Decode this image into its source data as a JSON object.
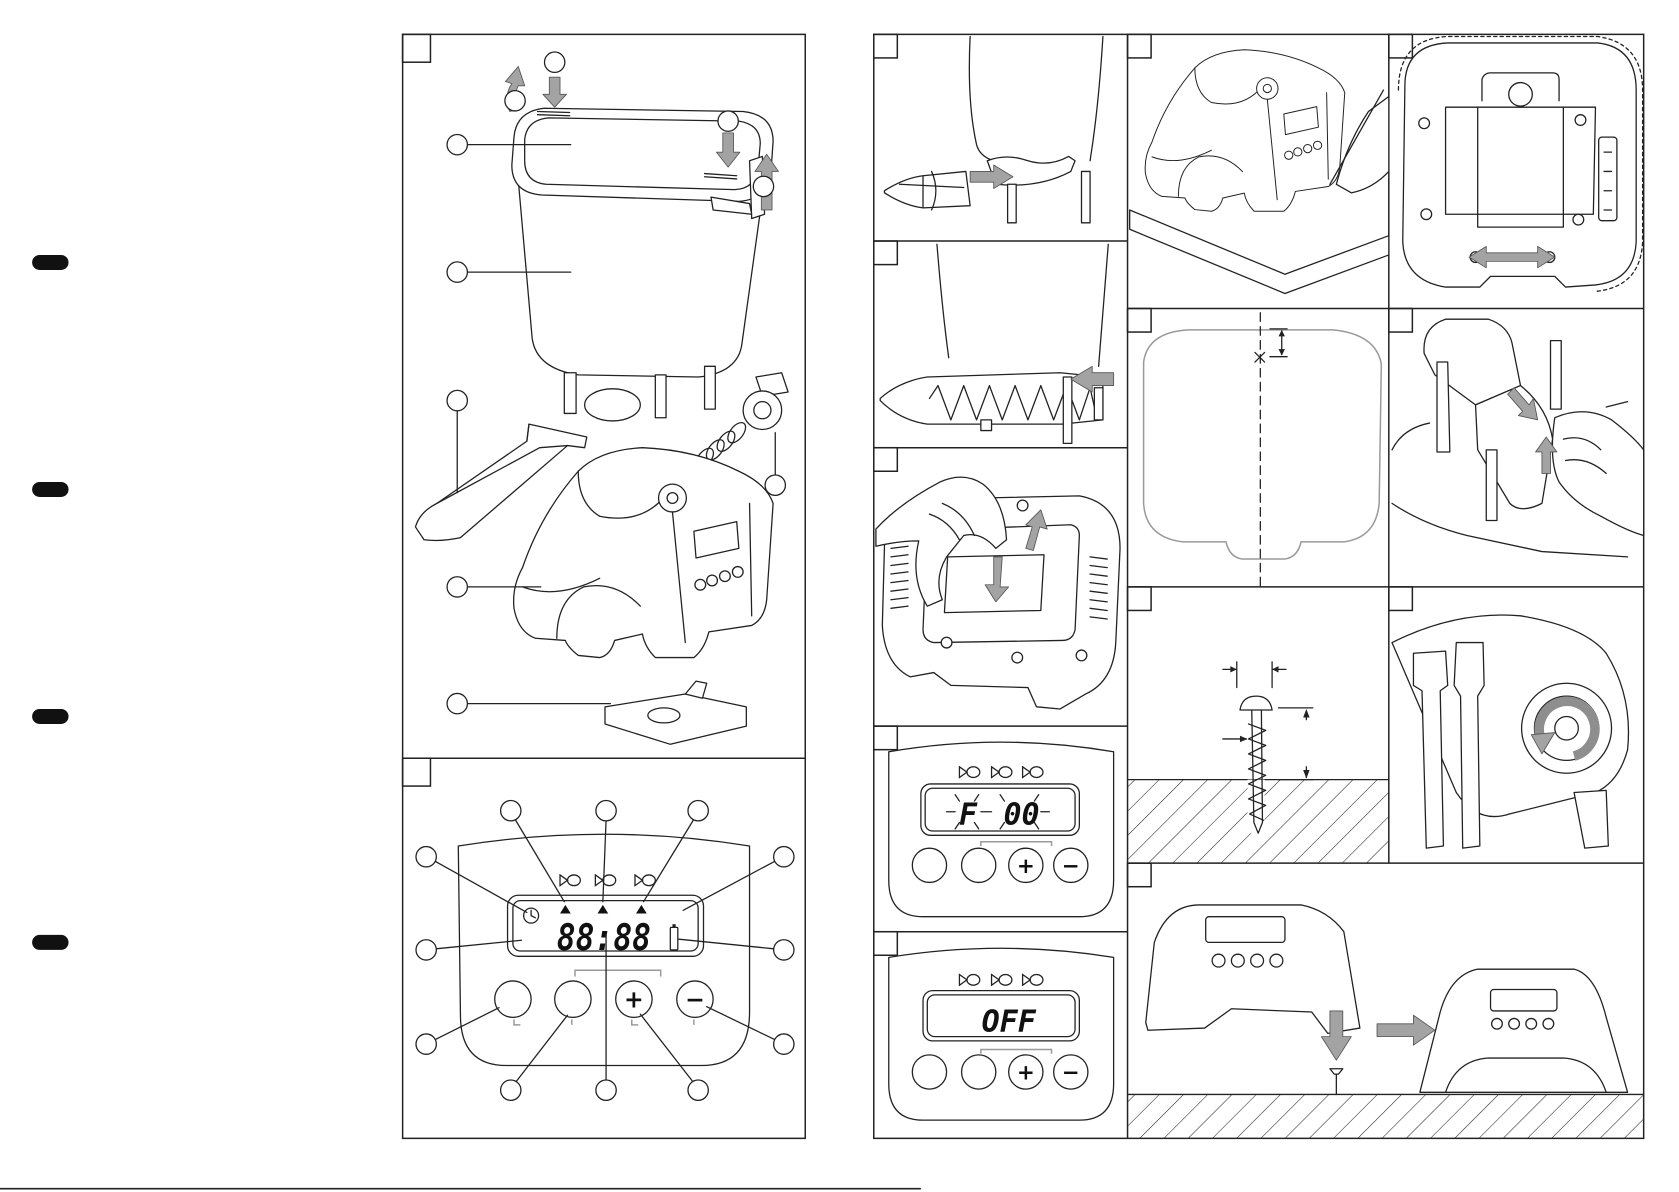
{
  "page": {
    "background": "#ffffff",
    "line_color": "#222222",
    "arrow_color": "#a3a3a3",
    "tab_color": "#111111"
  },
  "control_panel": {
    "lcd_digits": "88:88",
    "plus_button": "+",
    "minus_button": "−"
  },
  "error_display": {
    "lcd_letter": "F",
    "lcd_code": "00",
    "plus_button": "+",
    "minus_button": "−"
  },
  "off_display": {
    "lcd_text": "OFF",
    "plus_button": "+",
    "minus_button": "−"
  },
  "icons": [
    "clock-icon",
    "fish-icon",
    "battery-icon",
    "arrow-icon",
    "screw-icon"
  ]
}
